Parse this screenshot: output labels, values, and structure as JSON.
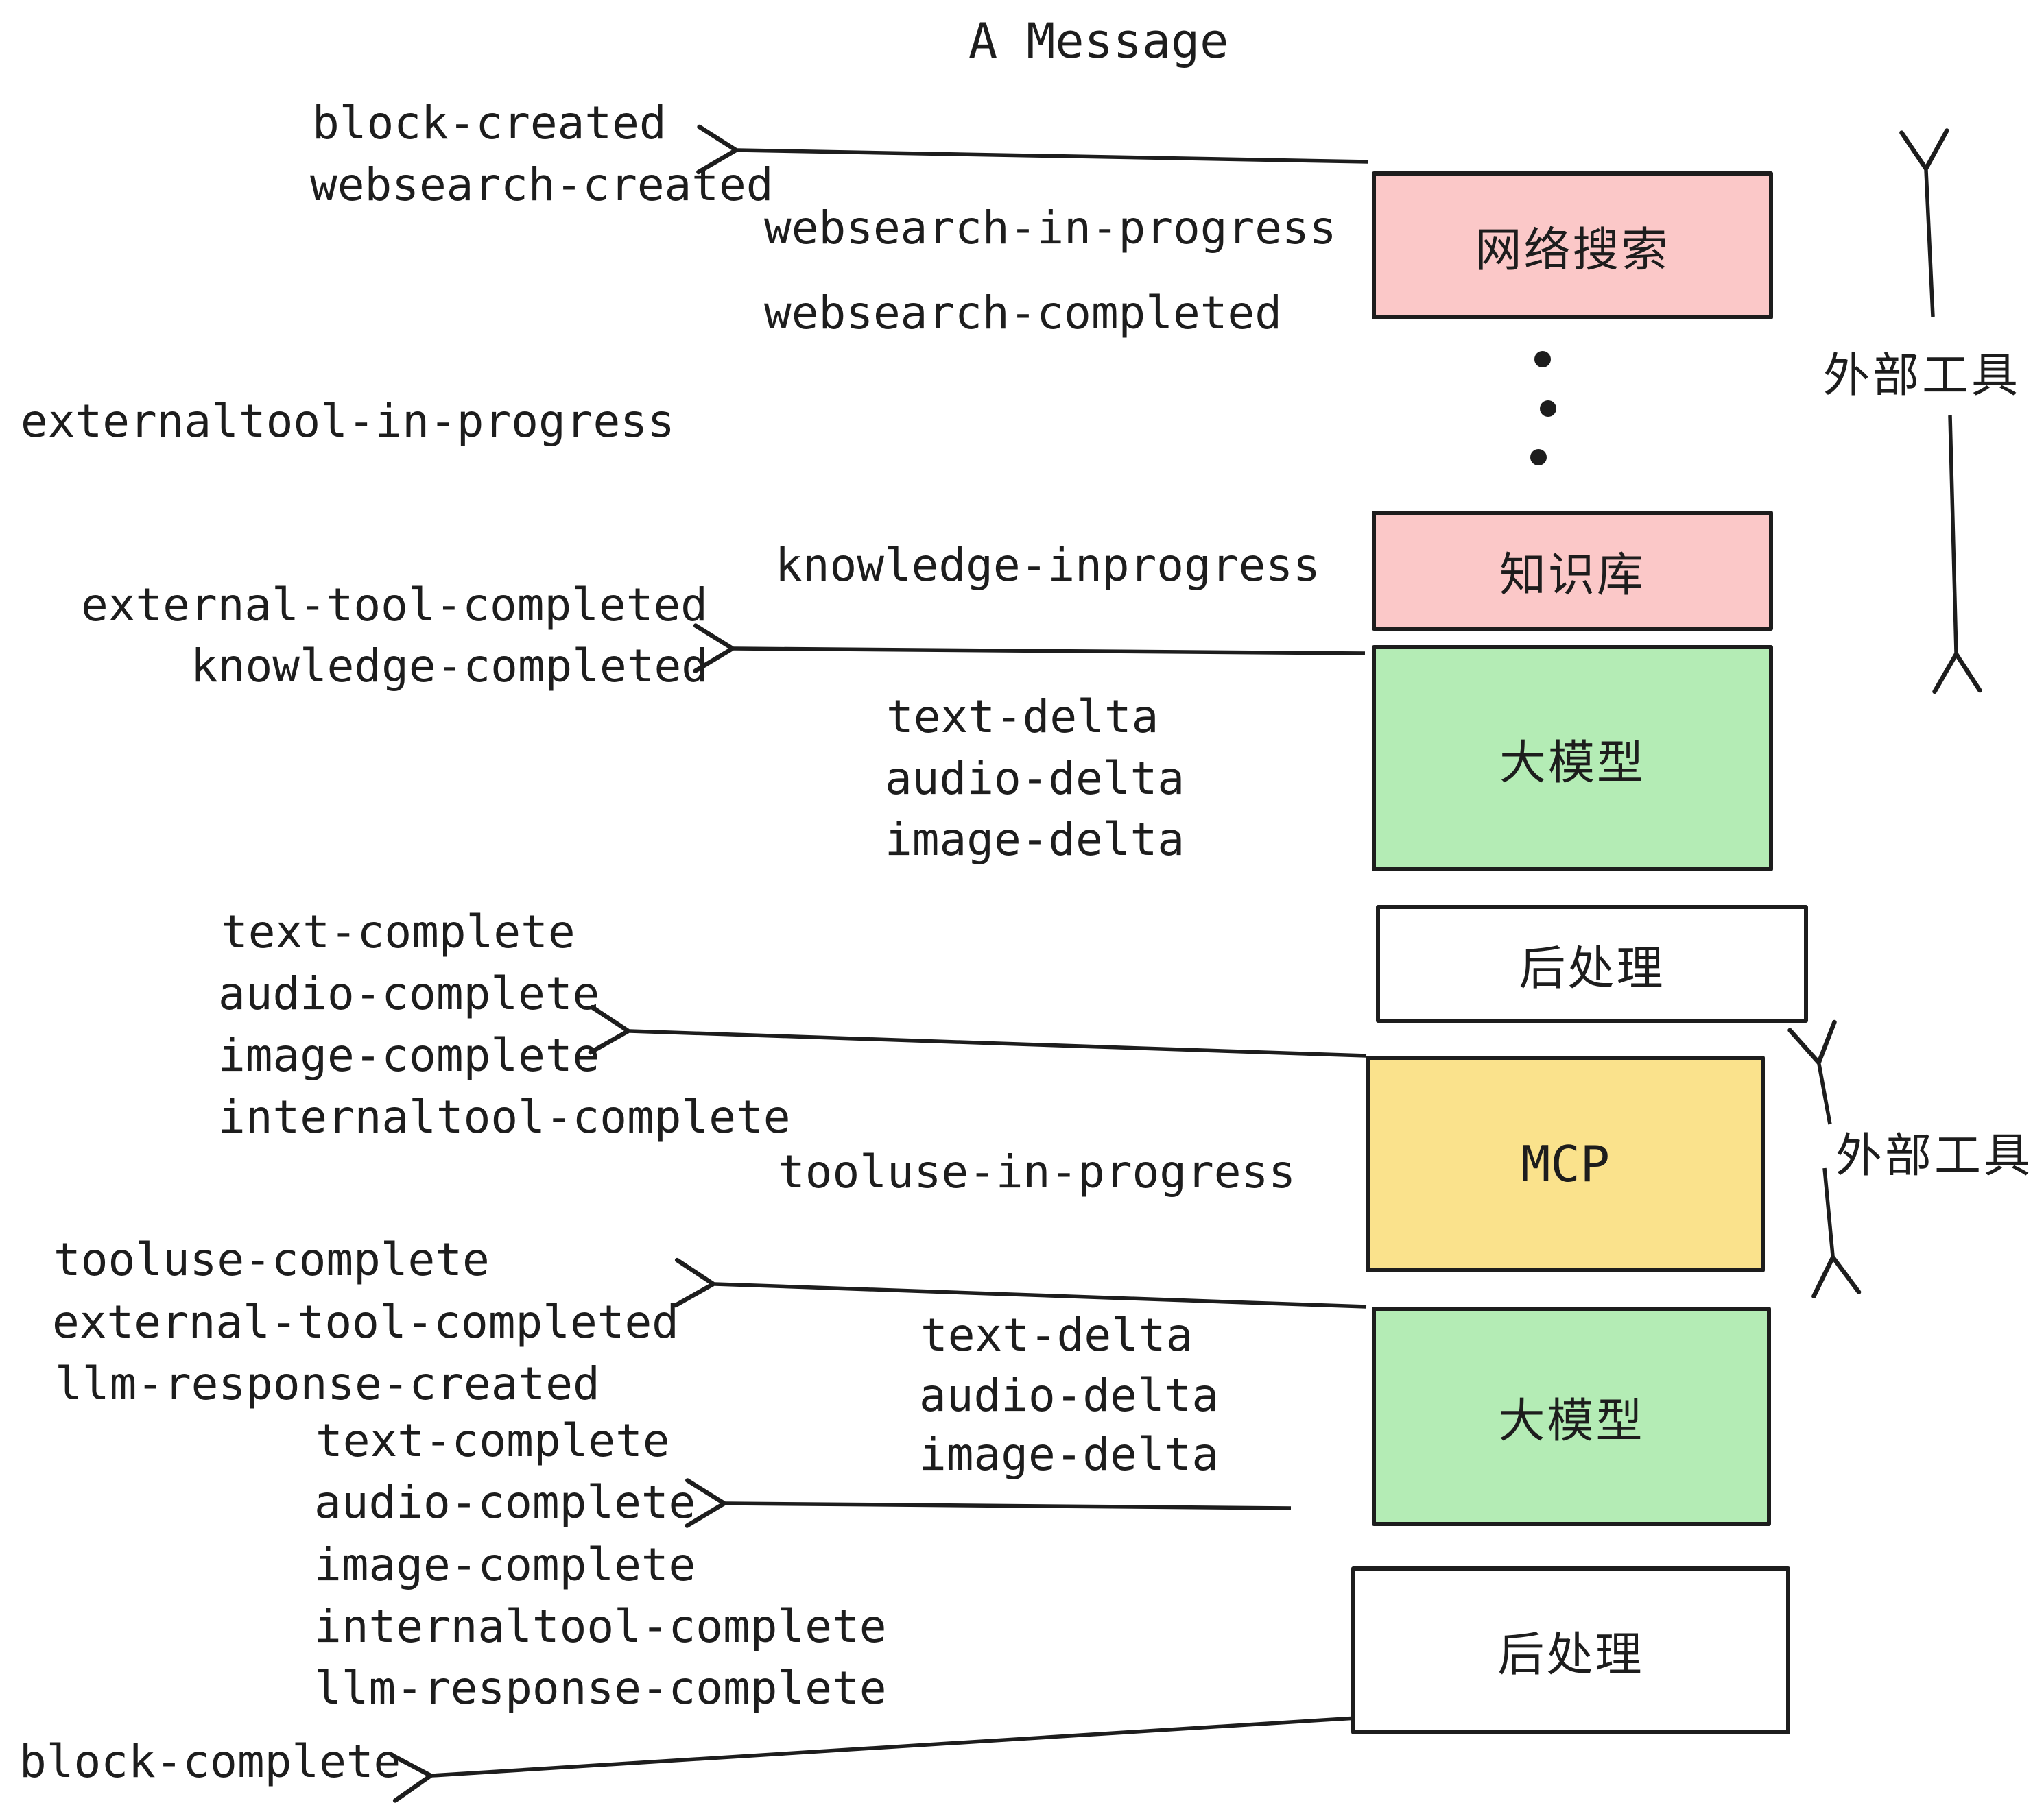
{
  "title": "A Message",
  "colors": {
    "ink": "#1d1d1d",
    "pink": "#fbc8c8",
    "green": "#b4ecb5",
    "yellow": "#fae28c",
    "paper": "#ffffff"
  },
  "boxes": {
    "websearch": {
      "label": "网络搜索"
    },
    "knowledge": {
      "label": "知识库"
    },
    "llm1": {
      "label": "大模型"
    },
    "post1": {
      "label": "后处理"
    },
    "mcp": {
      "label": "MCP"
    },
    "llm2": {
      "label": "大模型"
    },
    "post2": {
      "label": "后处理"
    }
  },
  "side_annotations": {
    "external_tools_top": "外部工具",
    "external_tools_middle": "外部工具"
  },
  "events": {
    "block_created": "block-created",
    "websearch_created": "websearch-created",
    "websearch_in_progress": "websearch-in-progress",
    "websearch_completed": "websearch-completed",
    "externaltool_in_progress": "externaltool-in-progress",
    "knowledge_inprogress": "knowledge-inprogress",
    "external_tool_completed": "external-tool-completed",
    "knowledge_completed": "knowledge-completed",
    "text_delta": "text-delta",
    "audio_delta": "audio-delta",
    "image_delta": "image-delta",
    "text_complete": "text-complete",
    "audio_complete": "audio-complete",
    "image_complete": "image-complete",
    "internaltool_complete": "internaltool-complete",
    "tooluse_in_progress": "tooluse-in-progress",
    "tooluse_complete": "tooluse-complete",
    "llm_response_created": "llm-response-created",
    "llm_response_complete": "llm-response-complete",
    "block_complete": "block-complete"
  }
}
